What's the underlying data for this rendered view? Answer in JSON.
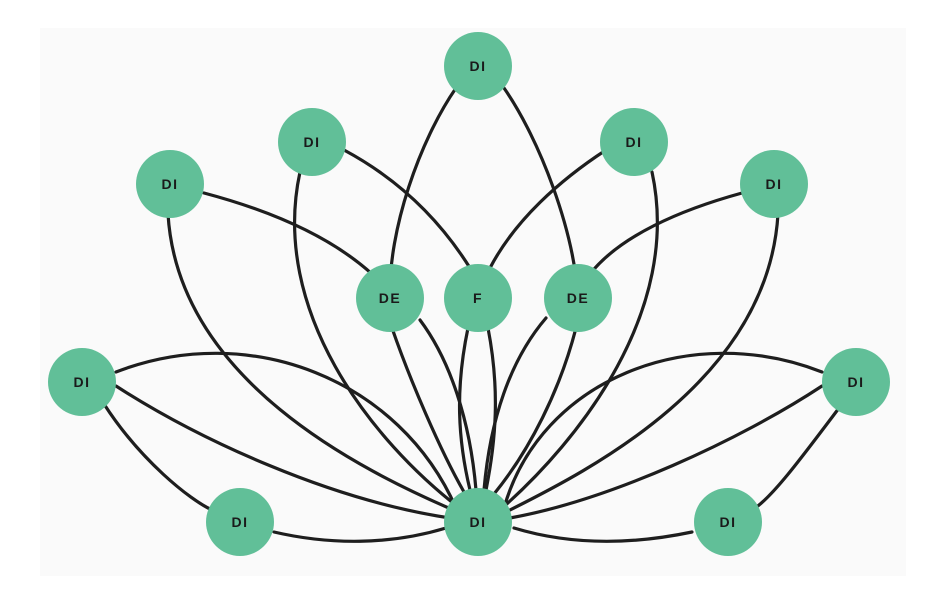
{
  "colors": {
    "node_fill": "#61bf98",
    "edge_stroke": "#1e1e1e",
    "background": "#fafafa"
  },
  "nodes": [
    {
      "id": "di-top",
      "label": "DI"
    },
    {
      "id": "di-upper-left",
      "label": "DI"
    },
    {
      "id": "di-upper-right",
      "label": "DI"
    },
    {
      "id": "di-far-left",
      "label": "DI"
    },
    {
      "id": "di-far-right",
      "label": "DI"
    },
    {
      "id": "de-left",
      "label": "DE"
    },
    {
      "id": "f-center",
      "label": "F"
    },
    {
      "id": "de-right",
      "label": "DE"
    },
    {
      "id": "di-left-mid",
      "label": "DI"
    },
    {
      "id": "di-right-mid",
      "label": "DI"
    },
    {
      "id": "di-bottom-left",
      "label": "DI"
    },
    {
      "id": "di-bottom-center",
      "label": "DI"
    },
    {
      "id": "di-bottom-right",
      "label": "DI"
    }
  ]
}
